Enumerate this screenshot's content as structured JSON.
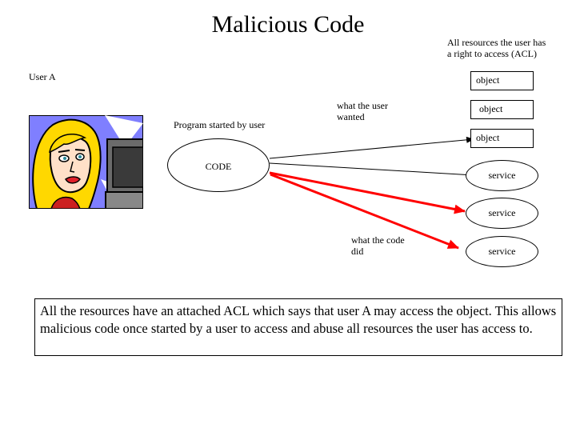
{
  "title": "Malicious Code",
  "acl_caption": [
    "All resources the user has",
    "a right to access (ACL)"
  ],
  "user_label": "User A",
  "program_label": "Program started by user",
  "code_label": "CODE",
  "wanted_label": [
    "what the user",
    "wanted"
  ],
  "did_label": [
    "what the code",
    "did"
  ],
  "objects": [
    "object",
    "object",
    "object"
  ],
  "services": [
    "service",
    "service",
    "service"
  ],
  "note": "All the resources have an attached ACL which says that user A may access the object. This allows malicious code once started by a user to access and abuse all resources the user has access to.",
  "colors": {
    "malicious_arrow": "#ff0000",
    "normal_arrow": "#000000",
    "portrait_bg": "#7f7fff",
    "hair": "#ffd800"
  }
}
